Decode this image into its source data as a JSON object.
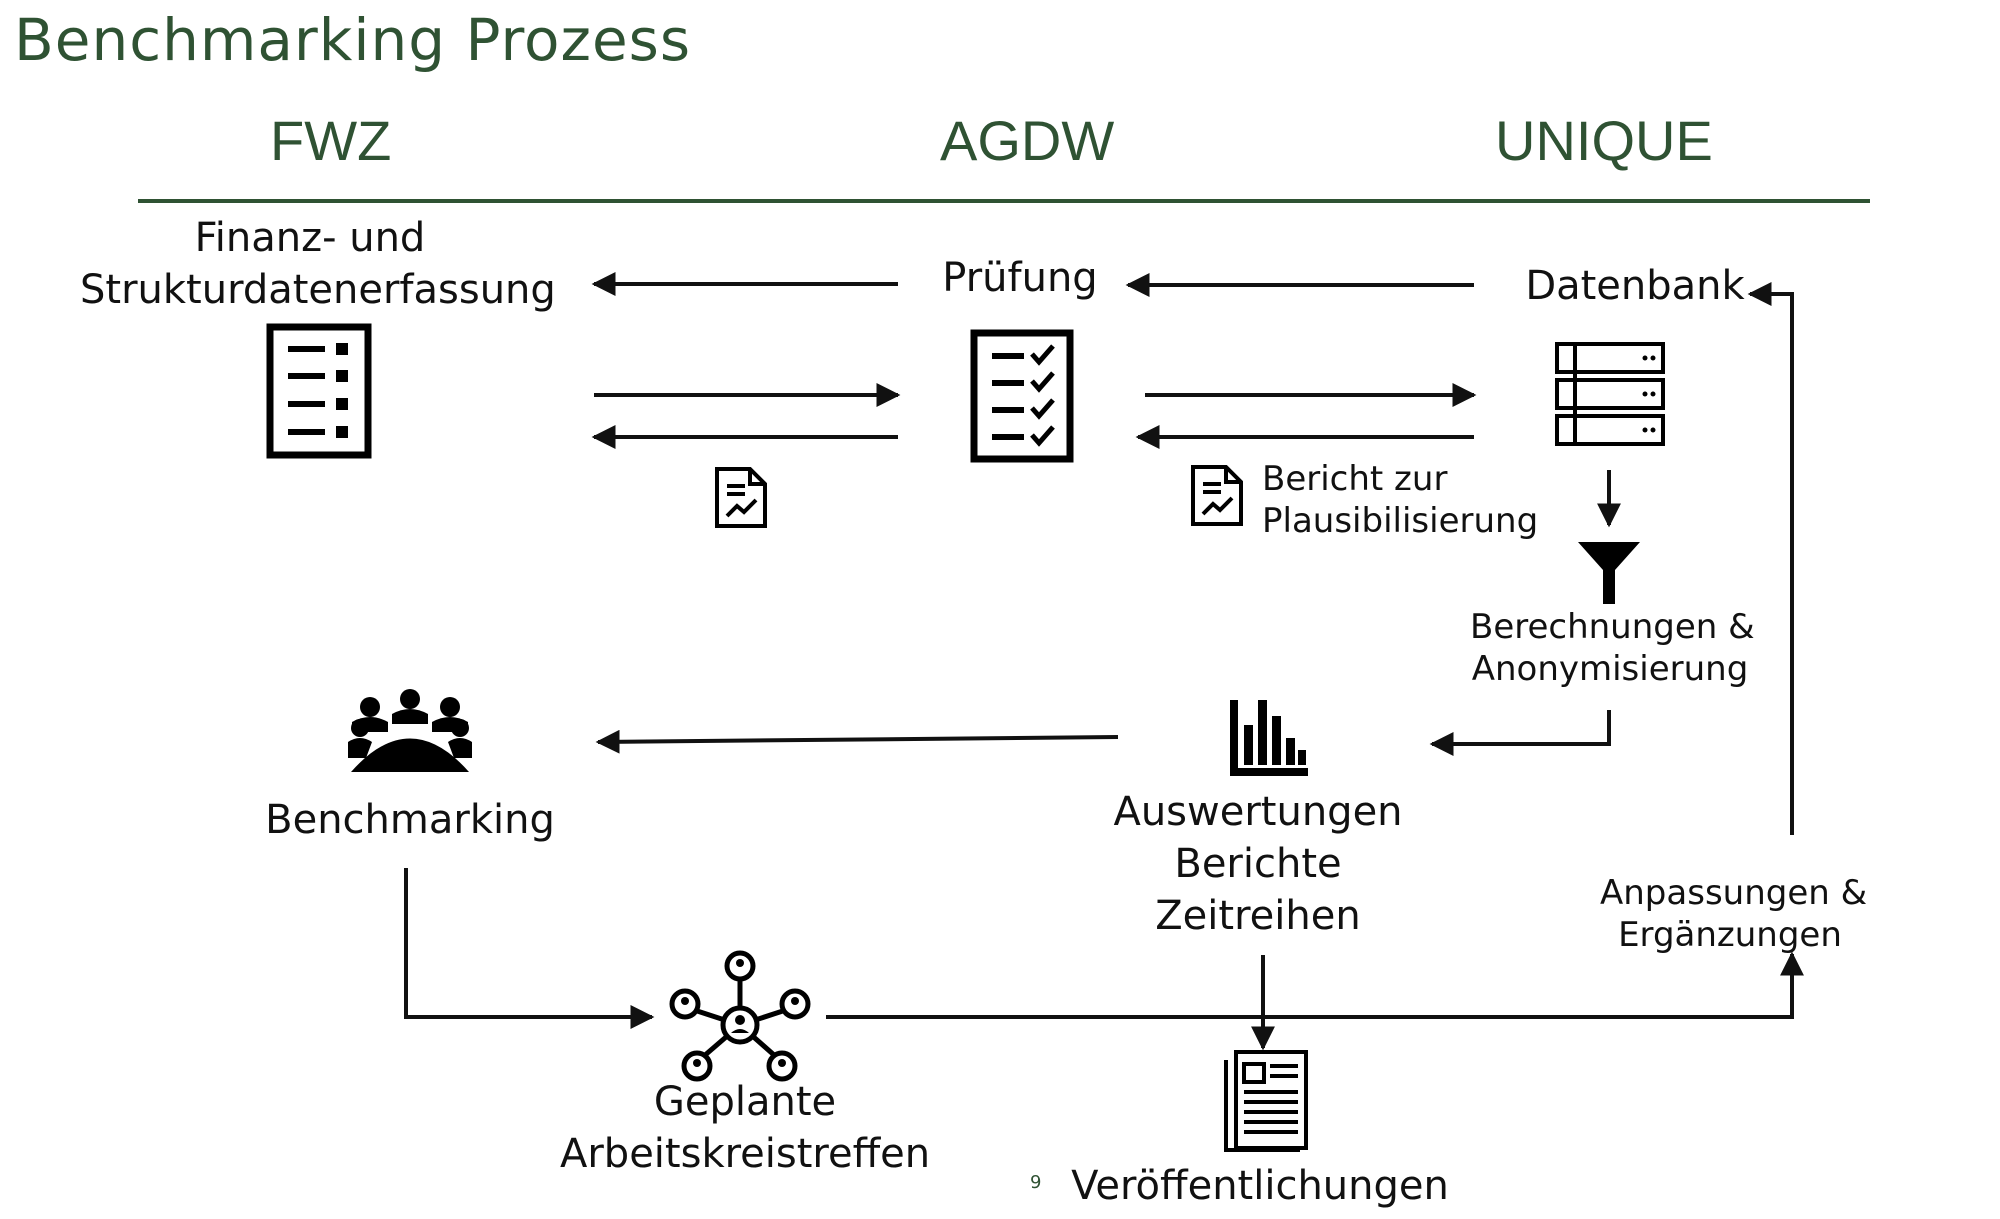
{
  "title": "Benchmarking Prozess",
  "colors": {
    "accent_green": "#2f5233",
    "stroke": "#111111"
  },
  "columns": [
    {
      "label": "FWZ"
    },
    {
      "label": "AGDW"
    },
    {
      "label": "UNIQUE"
    }
  ],
  "nodes": {
    "erfassung": {
      "lines": [
        "Finanz- und",
        "Strukturdatenerfassung"
      ],
      "icon": "form-list-icon"
    },
    "pruefung": {
      "label": "Prüfung",
      "icon": "checklist-icon"
    },
    "datenbank": {
      "label": "Datenbank",
      "icon": "database-server-icon"
    },
    "bericht_plausi": {
      "lines": [
        "Bericht zur",
        "Plausibilisierung"
      ],
      "icon": "report-chart-icon"
    },
    "berechnungen": {
      "lines": [
        "Berechnungen &",
        "Anonymisierung"
      ],
      "icon": "funnel-icon"
    },
    "auswertungen": {
      "lines": [
        "Auswertungen",
        "Berichte",
        "Zeitreihen"
      ],
      "icon": "bar-chart-icon"
    },
    "benchmarking": {
      "label": "Benchmarking",
      "icon": "meeting-group-icon"
    },
    "treffen": {
      "lines": [
        "Geplante",
        "Arbeitskreistreffen"
      ],
      "icon": "network-people-icon"
    },
    "veroeffentlichungen": {
      "label": "Veröffentlichungen",
      "icon": "newspaper-icon"
    },
    "anpassungen": {
      "lines": [
        "Anpassungen &",
        "Ergänzungen"
      ]
    }
  },
  "page_number": "9"
}
